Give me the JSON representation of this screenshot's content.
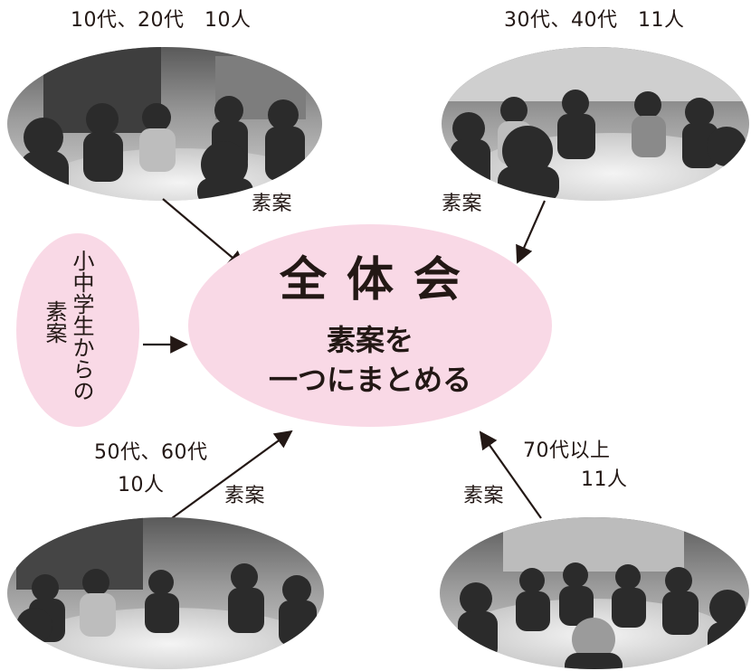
{
  "groups": {
    "top_left": {
      "label": "10代、20代　10人"
    },
    "top_right": {
      "label": "30代、40代　11人"
    },
    "bottom_left": {
      "label_line1": "50代、60代",
      "label_line2": "10人"
    },
    "bottom_right": {
      "label_line1": "70代以上",
      "label_line2": "11人"
    }
  },
  "draft_labels": {
    "top_left": "素案",
    "top_right": "素案",
    "bottom_left": "素案",
    "bottom_right": "素案"
  },
  "center": {
    "title": "全体会",
    "subtitle_line1": "素案を",
    "subtitle_line2": "一つにまとめる",
    "fill_color": "#f9d9e6"
  },
  "students": {
    "line1": "小中学生からの",
    "line2": "素案"
  }
}
